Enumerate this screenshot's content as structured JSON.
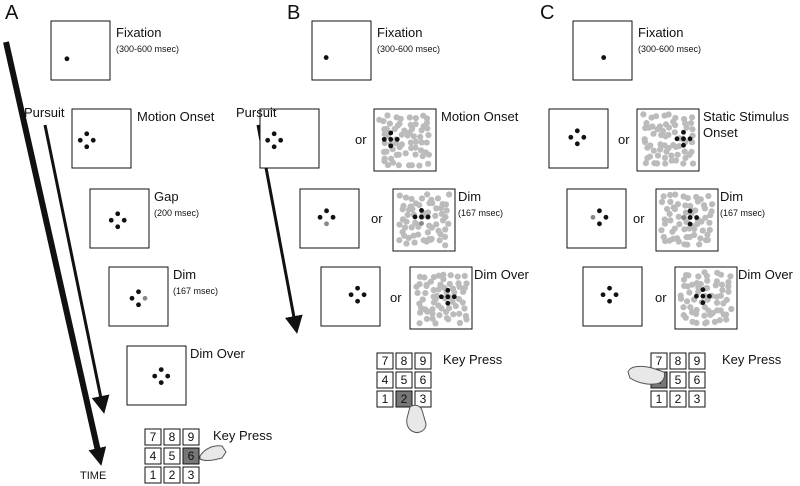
{
  "panels": [
    "A",
    "B",
    "C"
  ],
  "time_label": "TIME",
  "pursuit_label": "Pursuit",
  "or_label": "or",
  "keypad_keys": [
    "7",
    "8",
    "9",
    "4",
    "5",
    "6",
    "1",
    "2",
    "3"
  ],
  "A": {
    "fixation": "Fixation",
    "fixation_dur": "(300-600 msec)",
    "motion": "Motion Onset",
    "gap": "Gap",
    "gap_dur": "(200 msec)",
    "dim": "Dim",
    "dim_dur": "(167 msec)",
    "dim_over": "Dim Over",
    "key_press": "Key Press",
    "pressed_key": "6"
  },
  "B": {
    "fixation": "Fixation",
    "fixation_dur": "(300-600 msec)",
    "motion": "Motion Onset",
    "dim": "Dim",
    "dim_dur": "(167 msec)",
    "dim_over": "Dim Over",
    "key_press": "Key Press",
    "pressed_key": "2"
  },
  "C": {
    "fixation": "Fixation",
    "fixation_dur": "(300-600 msec)",
    "static_1": "Static Stimulus",
    "static_2": "Onset",
    "dim": "Dim",
    "dim_dur": "(167 msec)",
    "dim_over": "Dim Over",
    "key_press": "Key Press",
    "pressed_key": "4"
  },
  "colors": {
    "dot": "#111111",
    "dim_dot": "#888888",
    "noise": "#bbbbbb",
    "key_pressed": "#777777"
  }
}
